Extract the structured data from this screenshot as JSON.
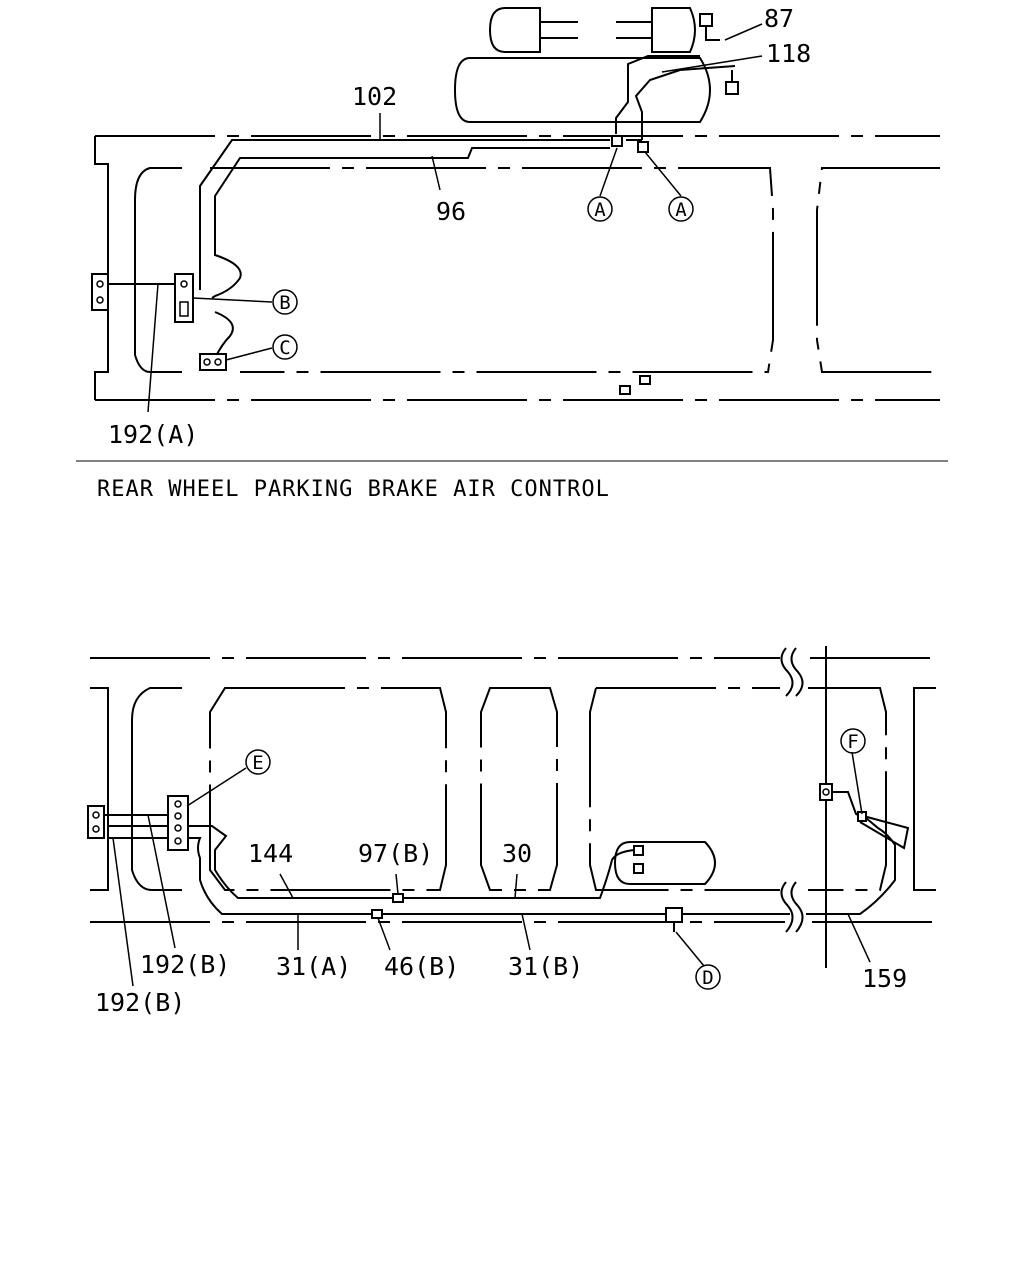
{
  "caption": "REAR WHEEL PARKING BRAKE AIR CONTROL",
  "top": {
    "labels": {
      "p87": "87",
      "p118": "118",
      "p102": "102",
      "p96": "96",
      "p192a": "192(A)"
    },
    "refs": {
      "a1": "A",
      "a2": "A",
      "b": "B",
      "c": "C"
    }
  },
  "bottom": {
    "labels": {
      "p144": "144",
      "p97b": "97(B)",
      "p30": "30",
      "p31a": "31(A)",
      "p46b": "46(B)",
      "p31b": "31(B)",
      "p192b1": "192(B)",
      "p192b2": "192(B)",
      "p159": "159"
    },
    "refs": {
      "d": "D",
      "e": "E",
      "f": "F"
    }
  }
}
